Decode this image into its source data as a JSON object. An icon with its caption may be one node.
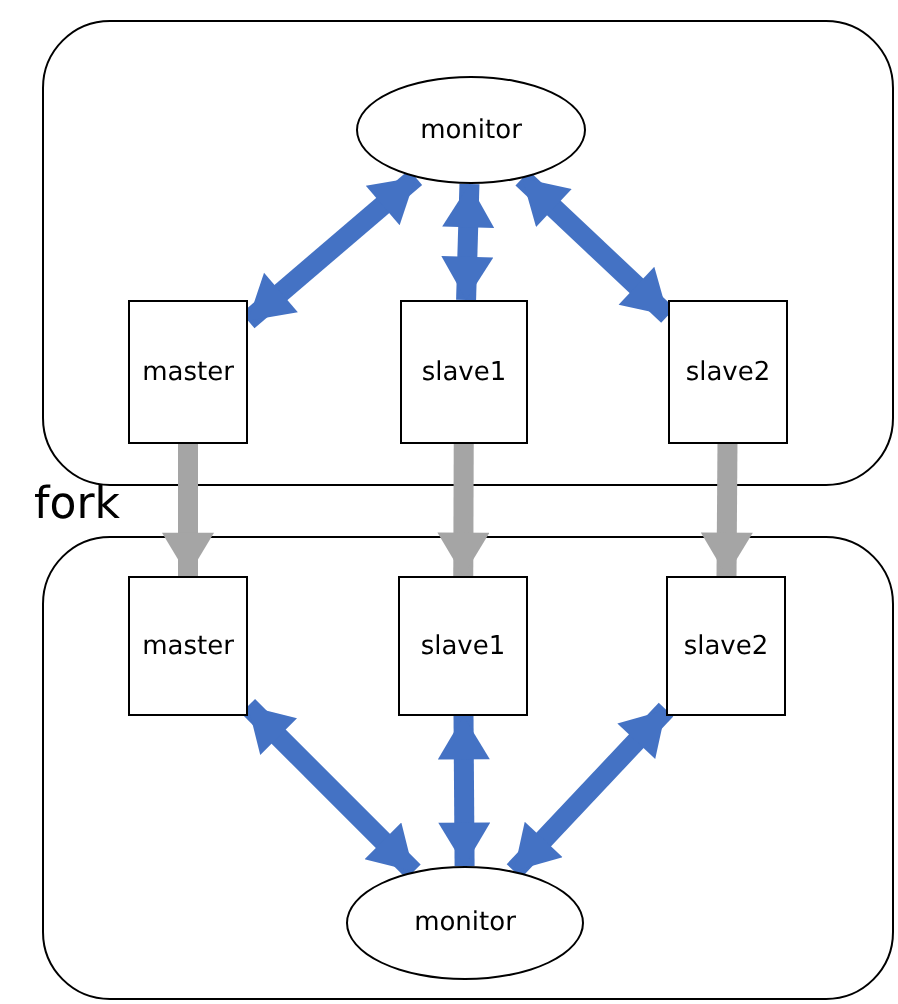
{
  "diagram": {
    "nodes": [
      {
        "text": [],
        "shape": "box"
      },
      {
        "text": [
          "monitor"
        ],
        "in": 0
      },
      {
        "text": [
          "master"
        ],
        "in": 0
      },
      {
        "text": [
          "slave1"
        ],
        "in": 0
      },
      {
        "text": [
          "slave2"
        ],
        "in": 0
      },
      {
        "text": [],
        "shape": "box"
      },
      {
        "text": [
          "master"
        ],
        "in": 5
      },
      {
        "text": [
          "slave1"
        ],
        "in": 5
      },
      {
        "text": [
          "slave2"
        ],
        "in": 5
      },
      {
        "text": [
          "monitor"
        ],
        "in": 5
      }
    ],
    "edges": [
      {
        "from": 1,
        "to": 2,
        "arrow": "both"
      },
      {
        "from": 1,
        "to": 3,
        "arrow": "both"
      },
      {
        "from": 1,
        "to": 4,
        "arrow": "both"
      },
      {
        "from": 2,
        "to": 6,
        "arrow": "to",
        "color": "#a5a5a5"
      },
      {
        "from": 3,
        "to": 7,
        "arrow": "to",
        "color": "#a5a5a5"
      },
      {
        "from": 4,
        "to": 8,
        "arrow": "to",
        "color": "#a5a5a5"
      },
      {
        "from": 6,
        "to": 9,
        "arrow": "both"
      },
      {
        "from": 7,
        "to": 9,
        "arrow": "both"
      },
      {
        "from": 8,
        "to": 9,
        "arrow": "both"
      }
    ],
    "labels": [
      "fork"
    ]
  }
}
